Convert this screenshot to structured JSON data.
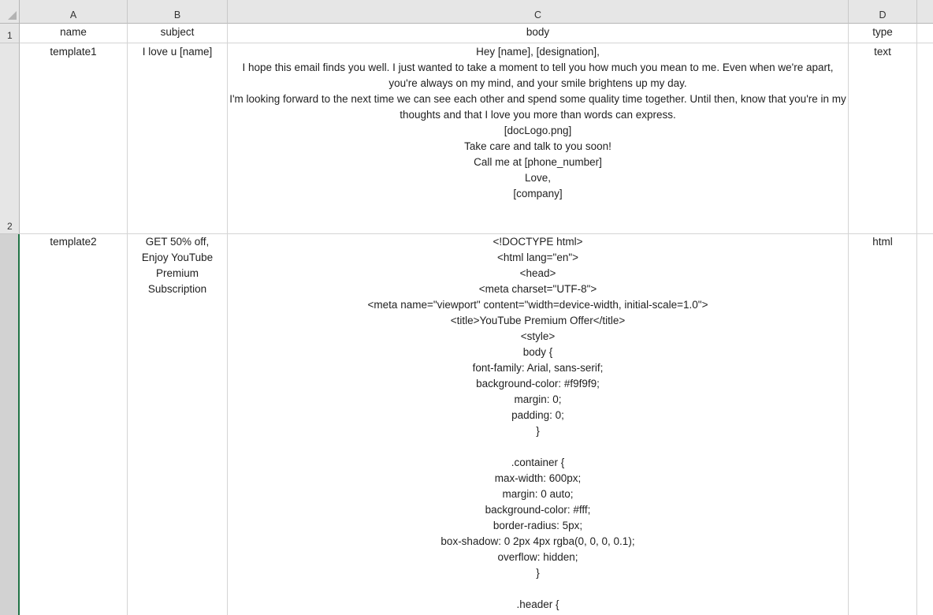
{
  "columns": [
    "A",
    "B",
    "C",
    "D"
  ],
  "rows": [
    "1",
    "2"
  ],
  "header_row": {
    "name": "name",
    "subject": "subject",
    "body": "body",
    "type": "type"
  },
  "records": [
    {
      "name": "template1",
      "subject": "I love u [name]",
      "body": "Hey [name], [designation],\nI hope this email finds you well. I just wanted to take a moment to tell you how much you mean to me. Even when we're apart, you're always on my mind, and your smile brightens up my day.\nI'm looking forward to the next time we can see each other and spend some quality time together. Until then, know that you're in my thoughts and that I love you more than words can express.\n[docLogo.png]\nTake care and talk to you soon!\nCall me at [phone_number]\nLove,\n[company]",
      "type": "text"
    },
    {
      "name": "template2",
      "subject": "GET 50% off, Enjoy YouTube Premium Subscription",
      "body": "<!DOCTYPE html>\n<html lang=\"en\">\n<head>\n<meta charset=\"UTF-8\">\n<meta name=\"viewport\" content=\"width=device-width, initial-scale=1.0\">\n<title>YouTube Premium Offer</title>\n<style>\nbody {\nfont-family: Arial, sans-serif;\nbackground-color: #f9f9f9;\nmargin: 0;\npadding: 0;\n}\n\n.container {\nmax-width: 600px;\nmargin: 0 auto;\nbackground-color: #fff;\nborder-radius: 5px;\nbox-shadow: 0 2px 4px rgba(0, 0, 0, 0.1);\noverflow: hidden;\n}\n\n.header {",
      "type": "html"
    }
  ],
  "colors": {
    "selection_accent": "#217346",
    "header_bg": "#e6e6e6"
  }
}
